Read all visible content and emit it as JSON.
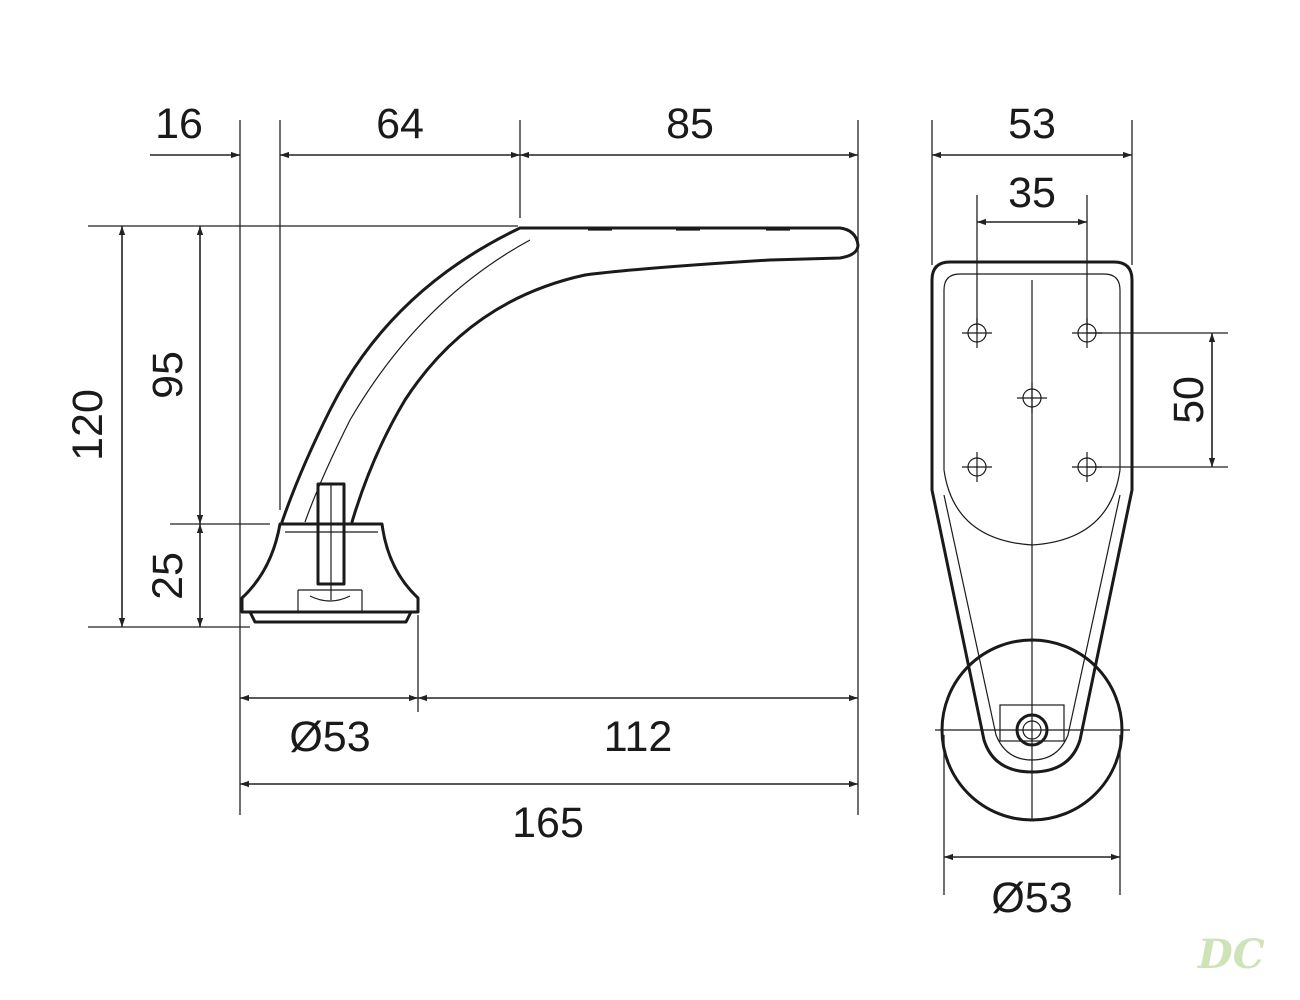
{
  "side_view": {
    "dims": {
      "top_segment_1": "16",
      "top_segment_2": "64",
      "top_segment_3": "85",
      "total_height": "120",
      "arm_height": "95",
      "base_height": "25",
      "base_diameter": "Ø53",
      "offset_length": "112",
      "total_length": "165"
    }
  },
  "front_view": {
    "dims": {
      "plate_width": "53",
      "hole_spacing_x": "35",
      "hole_spacing_y": "50",
      "base_diameter": "Ø53"
    }
  },
  "logo": {
    "text": "DC"
  },
  "colors": {
    "line": "#1a1a1a",
    "logo": "#cfe3b8"
  }
}
